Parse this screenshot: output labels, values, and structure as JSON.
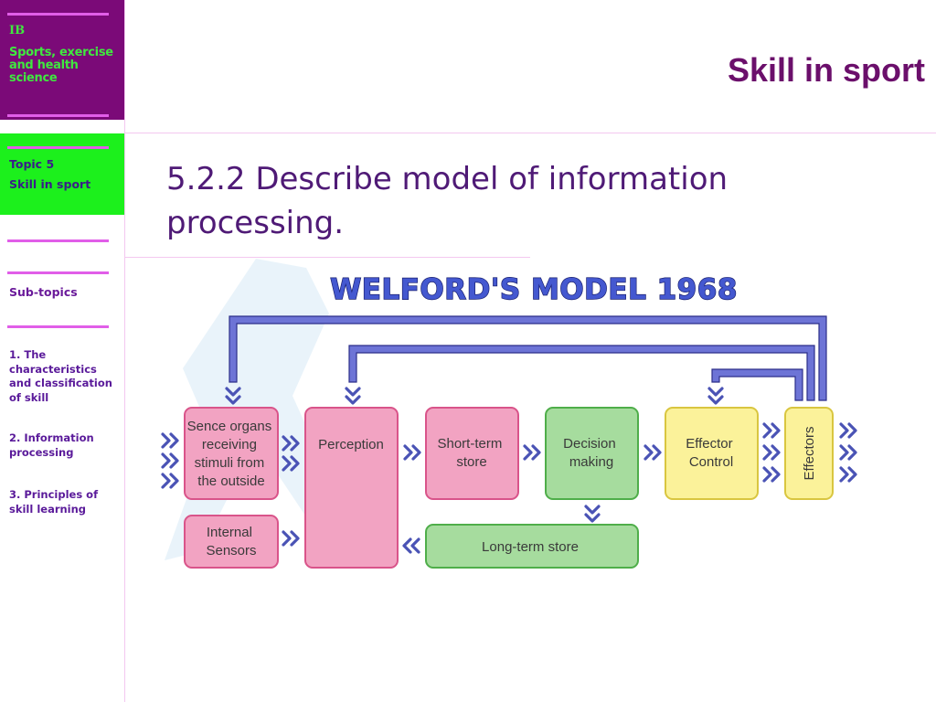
{
  "sidebar": {
    "brand_ib": "IB",
    "brand_subject": "Sports, exercise and health science",
    "topic_number": "Topic 5",
    "topic_name": "Skill in sport",
    "subtopics_label": "Sub-topics",
    "items": [
      {
        "label": "1. The characteristics and classification of skill"
      },
      {
        "label": "2. Information processing"
      },
      {
        "label": "3. Principles of skill learning"
      }
    ]
  },
  "header": {
    "title": "Skill in sport"
  },
  "main": {
    "heading": "5.2.2 Describe model of information processing.",
    "diagram": {
      "title": "WELFORD'S MODEL 1968",
      "boxes": {
        "sense_organs": [
          "Sence organs",
          "receiving",
          "stimuli from",
          "the outside"
        ],
        "internal_sensors": [
          "Internal",
          "Sensors"
        ],
        "perception": "Perception",
        "short_term": [
          "Short-term",
          "store"
        ],
        "decision": [
          "Decision",
          "making"
        ],
        "effector_control": [
          "Effector",
          "Control"
        ],
        "effectors": "Effectors",
        "long_term": "Long-term store"
      },
      "colors": {
        "pink_fill": "#f2a3c2",
        "pink_stroke": "#d9548a",
        "green_fill": "#a6dc9e",
        "green_stroke": "#4fae4a",
        "yellow_fill": "#fbf29a",
        "yellow_stroke": "#d9c640",
        "arrow": "#4a53b5",
        "feedback_fill": "#6d74d6",
        "feedback_stroke": "#2c2f8a"
      }
    }
  }
}
